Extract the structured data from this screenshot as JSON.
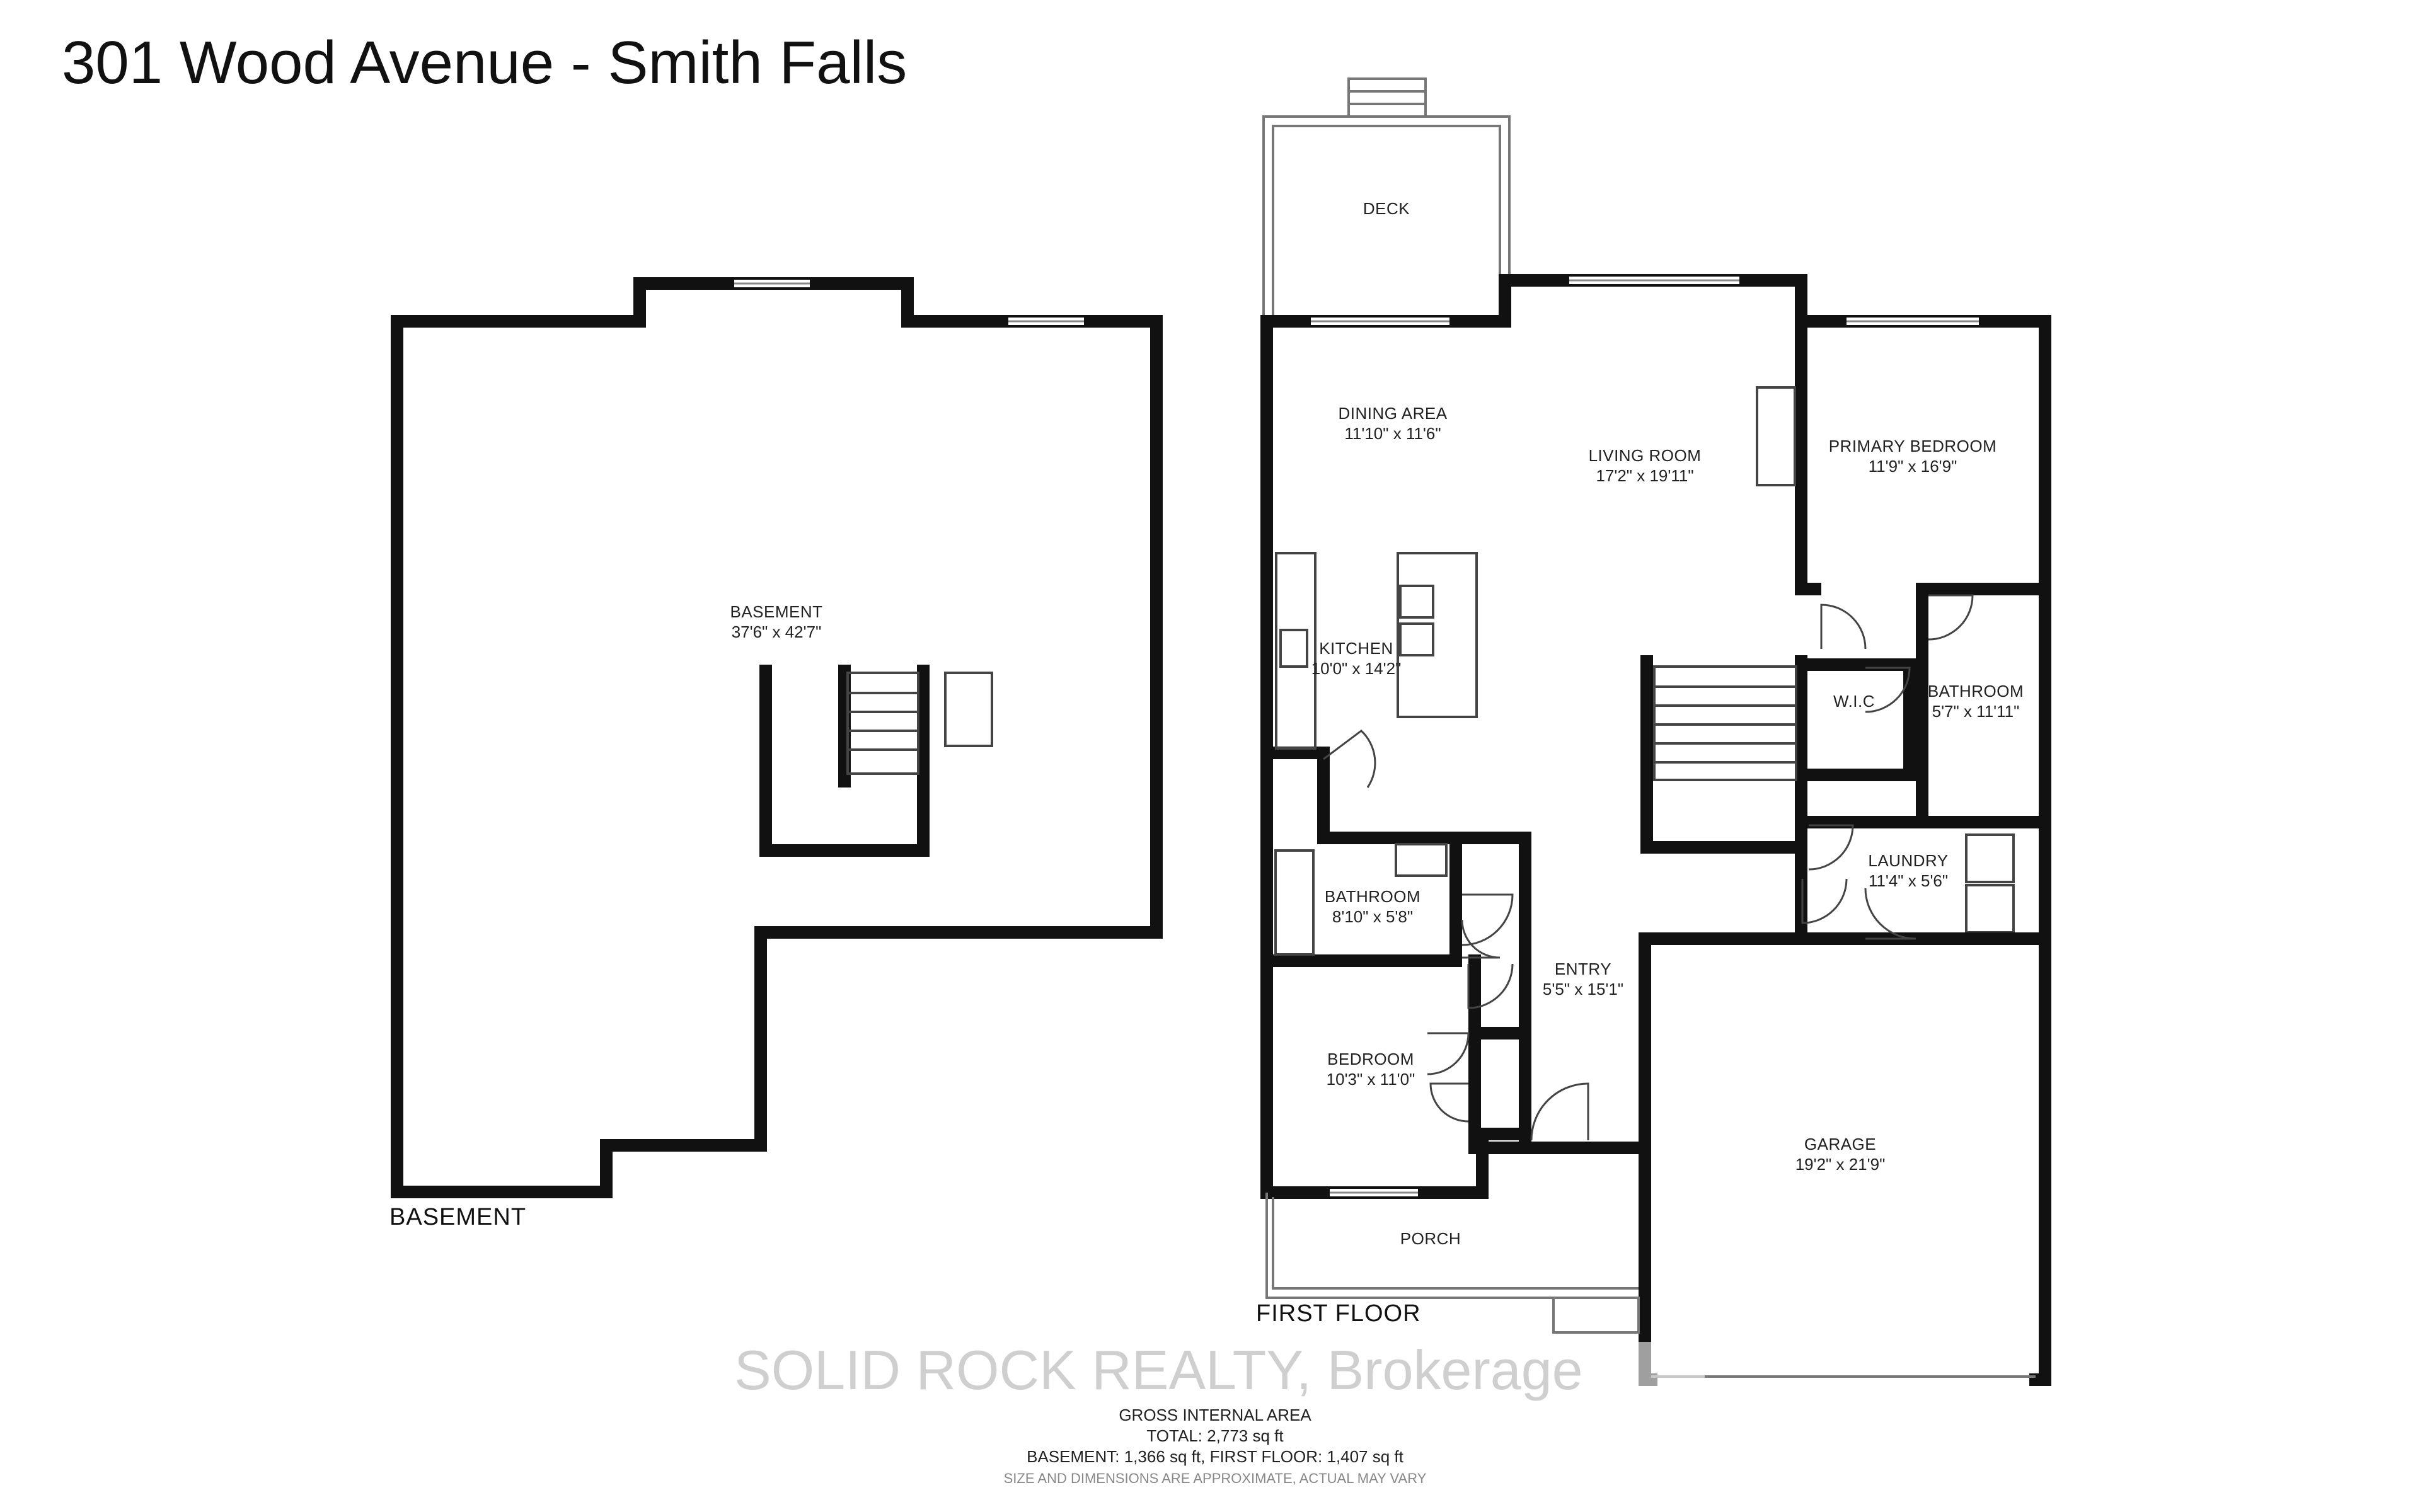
{
  "title": "301 Wood Avenue - Smith Falls",
  "floors": {
    "basement_label": "BASEMENT",
    "first_floor_label": "FIRST FLOOR"
  },
  "rooms": {
    "basement": {
      "name": "BASEMENT",
      "dims": "37'6\" x 42'7\""
    },
    "deck": {
      "name": "DECK"
    },
    "dining": {
      "name": "DINING AREA",
      "dims": "11'10\" x 11'6\""
    },
    "living": {
      "name": "LIVING ROOM",
      "dims": "17'2\" x 19'11\""
    },
    "primary_bedroom": {
      "name": "PRIMARY BEDROOM",
      "dims": "11'9\" x 16'9\""
    },
    "kitchen": {
      "name": "KITCHEN",
      "dims": "10'0\" x 14'2\""
    },
    "wic": {
      "name": "W.I.C"
    },
    "ensuite": {
      "name": "BATHROOM",
      "dims": "5'7\" x 11'11\""
    },
    "laundry": {
      "name": "LAUNDRY",
      "dims": "11'4\" x 5'6\""
    },
    "bathroom": {
      "name": "BATHROOM",
      "dims": "8'10\" x 5'8\""
    },
    "entry": {
      "name": "ENTRY",
      "dims": "5'5\" x 15'1\""
    },
    "bedroom": {
      "name": "BEDROOM",
      "dims": "10'3\" x 11'0\""
    },
    "garage": {
      "name": "GARAGE",
      "dims": "19'2\" x 21'9\""
    },
    "porch": {
      "name": "PORCH"
    }
  },
  "watermark": "SOLID ROCK REALTY, Brokerage",
  "footer": {
    "line1": "GROSS INTERNAL AREA",
    "line2": "TOTAL: 2,773 sq ft",
    "line3": "BASEMENT: 1,366 sq ft, FIRST FLOOR: 1,407 sq ft",
    "line4": "SIZE AND DIMENSIONS ARE APPROXIMATE, ACTUAL MAY VARY"
  }
}
